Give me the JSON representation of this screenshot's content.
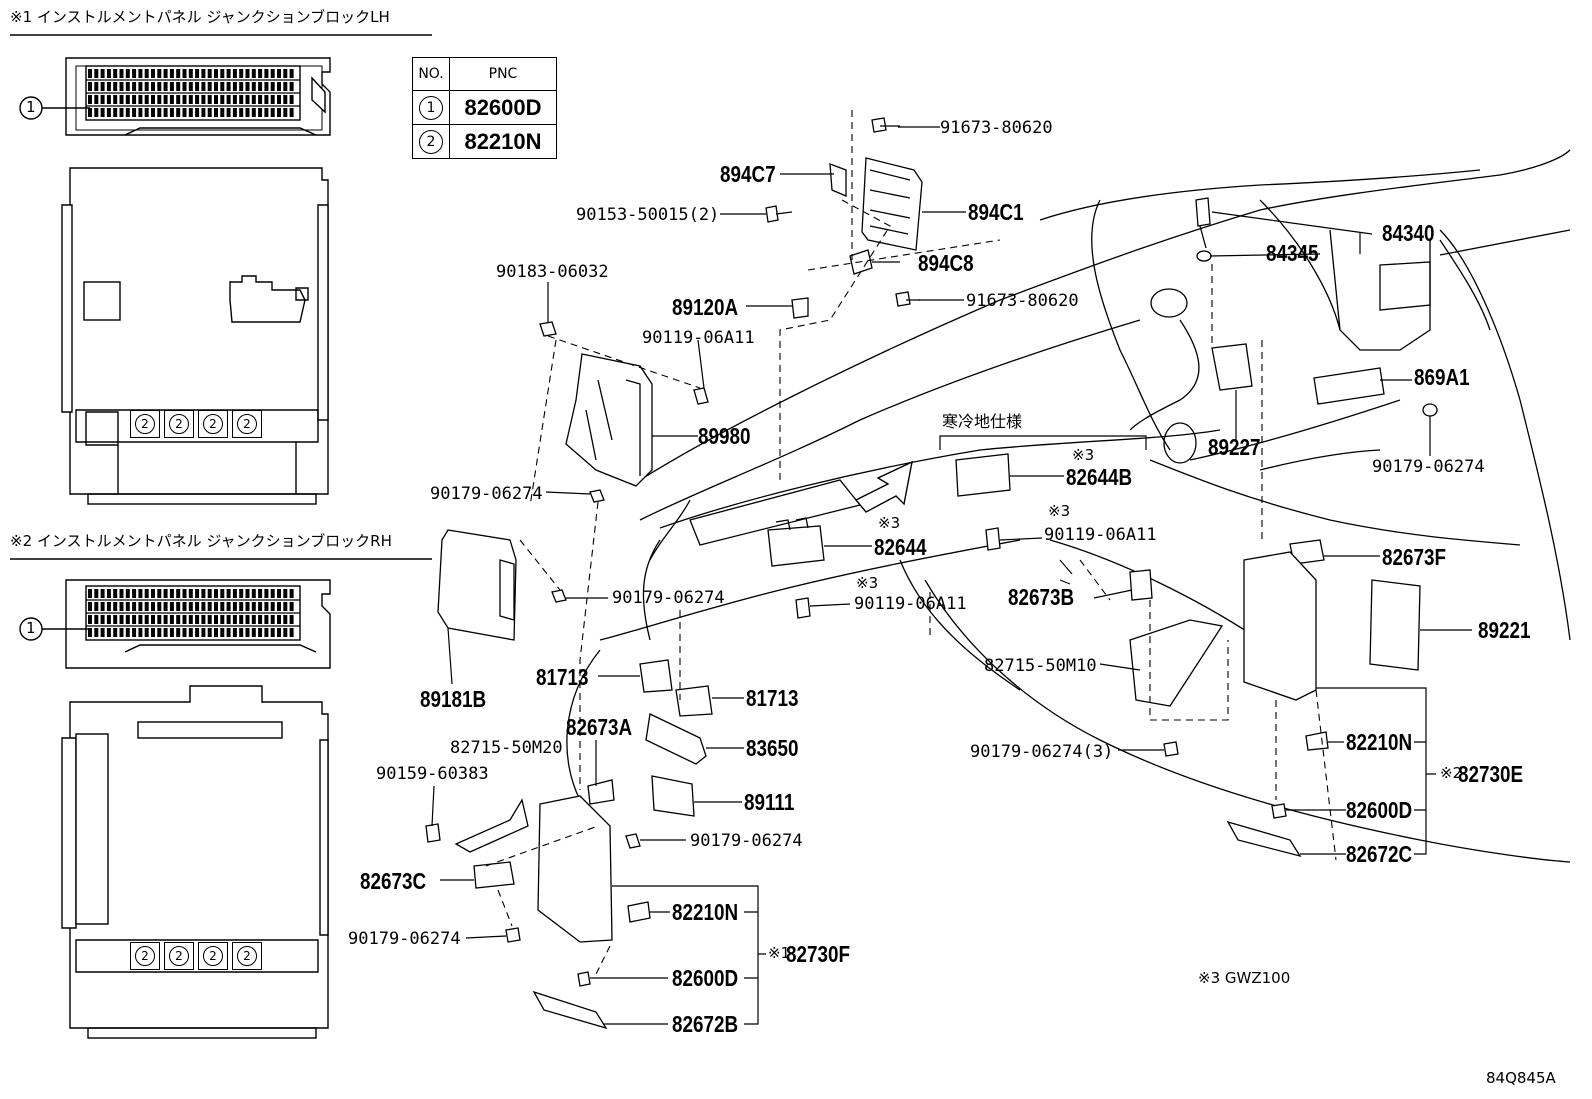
{
  "headers": {
    "lh": "※1 インストルメントパネル ジャンクションブロックLH",
    "rh": "※2 インストルメントパネル ジャンクションブロックRH"
  },
  "table": {
    "col_no": "NO.",
    "col_pnc": "PNC",
    "rows": [
      {
        "no": "1",
        "pnc": "82600D"
      },
      {
        "no": "2",
        "pnc": "82210N"
      }
    ]
  },
  "fuse_callouts": {
    "one": "1",
    "two": "2"
  },
  "notes": {
    "cold_spec": "寒冷地仕様",
    "mark3": "※3",
    "footnote": "※3 GWZ100",
    "diagram_id": "84Q845A"
  },
  "parts": {
    "p91673_top": "91673-80620",
    "p894C7": "894C7",
    "p90153": "90153-50015(2)",
    "p894C1": "894C1",
    "p894C8": "894C8",
    "p91673_mid": "91673-80620",
    "p90183": "90183-06032",
    "p89120A": "89120A",
    "p90119_a": "90119-06A11",
    "p89980": "89980",
    "p90179_a": "90179-06274",
    "p84340": "84340",
    "p84345": "84345",
    "p869A1": "869A1",
    "p89227": "89227",
    "p90179_b": "90179-06274",
    "p82644B": "82644B",
    "p90119_b": "90119-06A11",
    "p82644": "82644",
    "p90119_c": "90119-06A11",
    "p90179_c": "90179-06274",
    "p82673B": "82673B",
    "p82673F": "82673F",
    "p89221": "89221",
    "p89181B": "89181B",
    "p81713_a": "81713",
    "p81713_b": "81713",
    "p82715_50M10": "82715-50M10",
    "p82673A": "82673A",
    "p83650": "83650",
    "p82715_50M20": "82715-50M20",
    "p90159": "90159-60383",
    "p89111": "89111",
    "p90179_d": "90179-06274(3)",
    "p82210N_r": "82210N",
    "p82730E_mark": "※2",
    "p82730E": "82730E",
    "p82600D_r": "82600D",
    "p82672C": "82672C",
    "p90179_e": "90179-06274",
    "p82673C": "82673C",
    "p82210N_l": "82210N",
    "p90179_f": "90179-06274",
    "p82730F_mark": "※1",
    "p82730F": "82730F",
    "p82600D_l": "82600D",
    "p82672B": "82672B"
  }
}
